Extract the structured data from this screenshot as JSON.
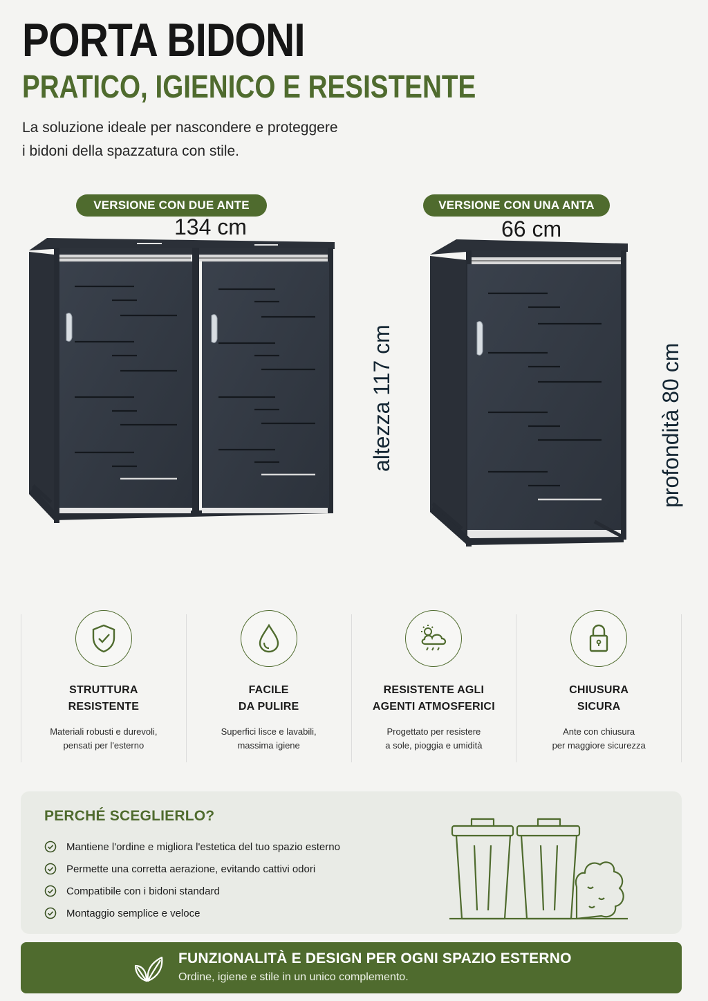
{
  "header": {
    "title": "PORTA BIDONI",
    "subtitle": "PRATICO, IGIENICO E RESISTENTE",
    "intro_line1": "La soluzione ideale per nascondere e proteggere",
    "intro_line2": "i bidoni della spazzatura con stile."
  },
  "versions": {
    "double": {
      "label": "VERSIONE CON DUE ANTE",
      "width": "134 cm",
      "height": "altezza 117 cm"
    },
    "single": {
      "label": "VERSIONE CON UNA ANTA",
      "width": "66 cm",
      "depth": "profondità 80 cm"
    }
  },
  "features": [
    {
      "icon": "shield-check-icon",
      "title1": "STRUTTURA",
      "title2": "RESISTENTE",
      "desc1": "Materiali robusti e durevoli,",
      "desc2": "pensati per l'esterno"
    },
    {
      "icon": "water-drop-icon",
      "title1": "FACILE",
      "title2": "DA PULIRE",
      "desc1": "Superfici lisce e lavabili,",
      "desc2": "massima igiene"
    },
    {
      "icon": "weather-icon",
      "title1": "RESISTENTE AGLI",
      "title2": "AGENTI ATMOSFERICI",
      "desc1": "Progettato per resistere",
      "desc2": "a sole, pioggia e umidità"
    },
    {
      "icon": "padlock-icon",
      "title1": "CHIUSURA",
      "title2": "SICURA",
      "desc1": "Ante con chiusura",
      "desc2": "per maggiore sicurezza"
    }
  ],
  "why": {
    "title": "PERCHÉ SCEGLIERLO?",
    "items": [
      "Mantiene l'ordine e migliora l'estetica del tuo spazio esterno",
      "Permette una corretta aerazione, evitando cattivi odori",
      "Compatibile con i bidoni standard",
      "Montaggio semplice e veloce"
    ]
  },
  "banner": {
    "title": "FUNZIONALITÀ E DESIGN PER OGNI SPAZIO ESTERNO",
    "subtitle": "Ordine, igiene e stile in un unico complemento."
  },
  "colors": {
    "accent": "#4f6b2e",
    "cabinet": "#333a44",
    "background": "#f4f4f2"
  }
}
